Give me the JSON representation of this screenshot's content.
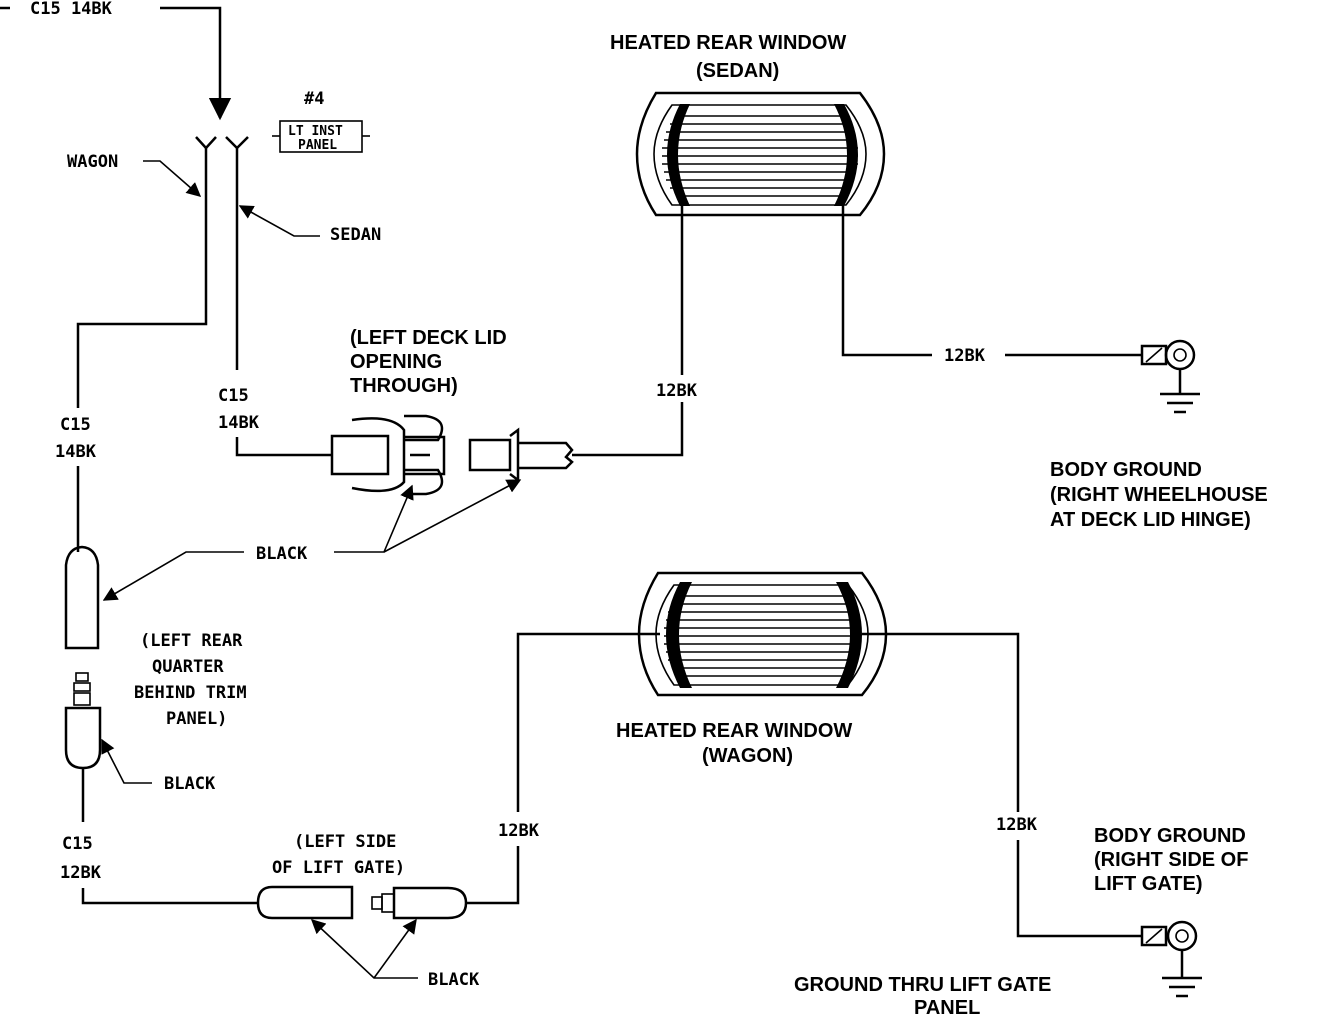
{
  "labels": {
    "c15_top": "C15 14BK",
    "circuit_num": "#4",
    "lt_inst_panel_1": "LT INST",
    "lt_inst_panel_2": "PANEL",
    "wagon": "WAGON",
    "sedan": "SEDAN",
    "c15_left_a": "C15",
    "c15_left_b": "14BK",
    "c15_mid_a": "C15",
    "c15_mid_b": "14BK",
    "deck_lid_1": "(LEFT DECK LID",
    "deck_lid_2": "OPENING",
    "deck_lid_3": "THROUGH)",
    "bk12_sedan_vert": "12BK",
    "bk12_sedan_ground": "12BK",
    "black_1": "BLACK",
    "black_2": "BLACK",
    "black_3": "BLACK",
    "quarter_1": "(LEFT REAR",
    "quarter_2": "QUARTER",
    "quarter_3": "BEHIND TRIM",
    "quarter_4": "PANEL)",
    "c15_low_a": "C15",
    "c15_low_b": "12BK",
    "liftgate_1": "(LEFT SIDE",
    "liftgate_2": "OF LIFT GATE)",
    "bk12_wagon_left": "12BK",
    "bk12_wagon_right": "12BK",
    "hrw_sedan_1": "HEATED REAR WINDOW",
    "hrw_sedan_2": "(SEDAN)",
    "hrw_wagon_1": "HEATED REAR WINDOW",
    "hrw_wagon_2": "(WAGON)",
    "body_ground_1a": "BODY GROUND",
    "body_ground_1b": "(RIGHT WHEELHOUSE",
    "body_ground_1c": "AT DECK LID HINGE)",
    "body_ground_2a": "BODY GROUND",
    "body_ground_2b": "(RIGHT SIDE OF",
    "body_ground_2c": "LIFT GATE)",
    "ground_thru_1": "GROUND THRU LIFT GATE",
    "ground_thru_2": "PANEL"
  }
}
